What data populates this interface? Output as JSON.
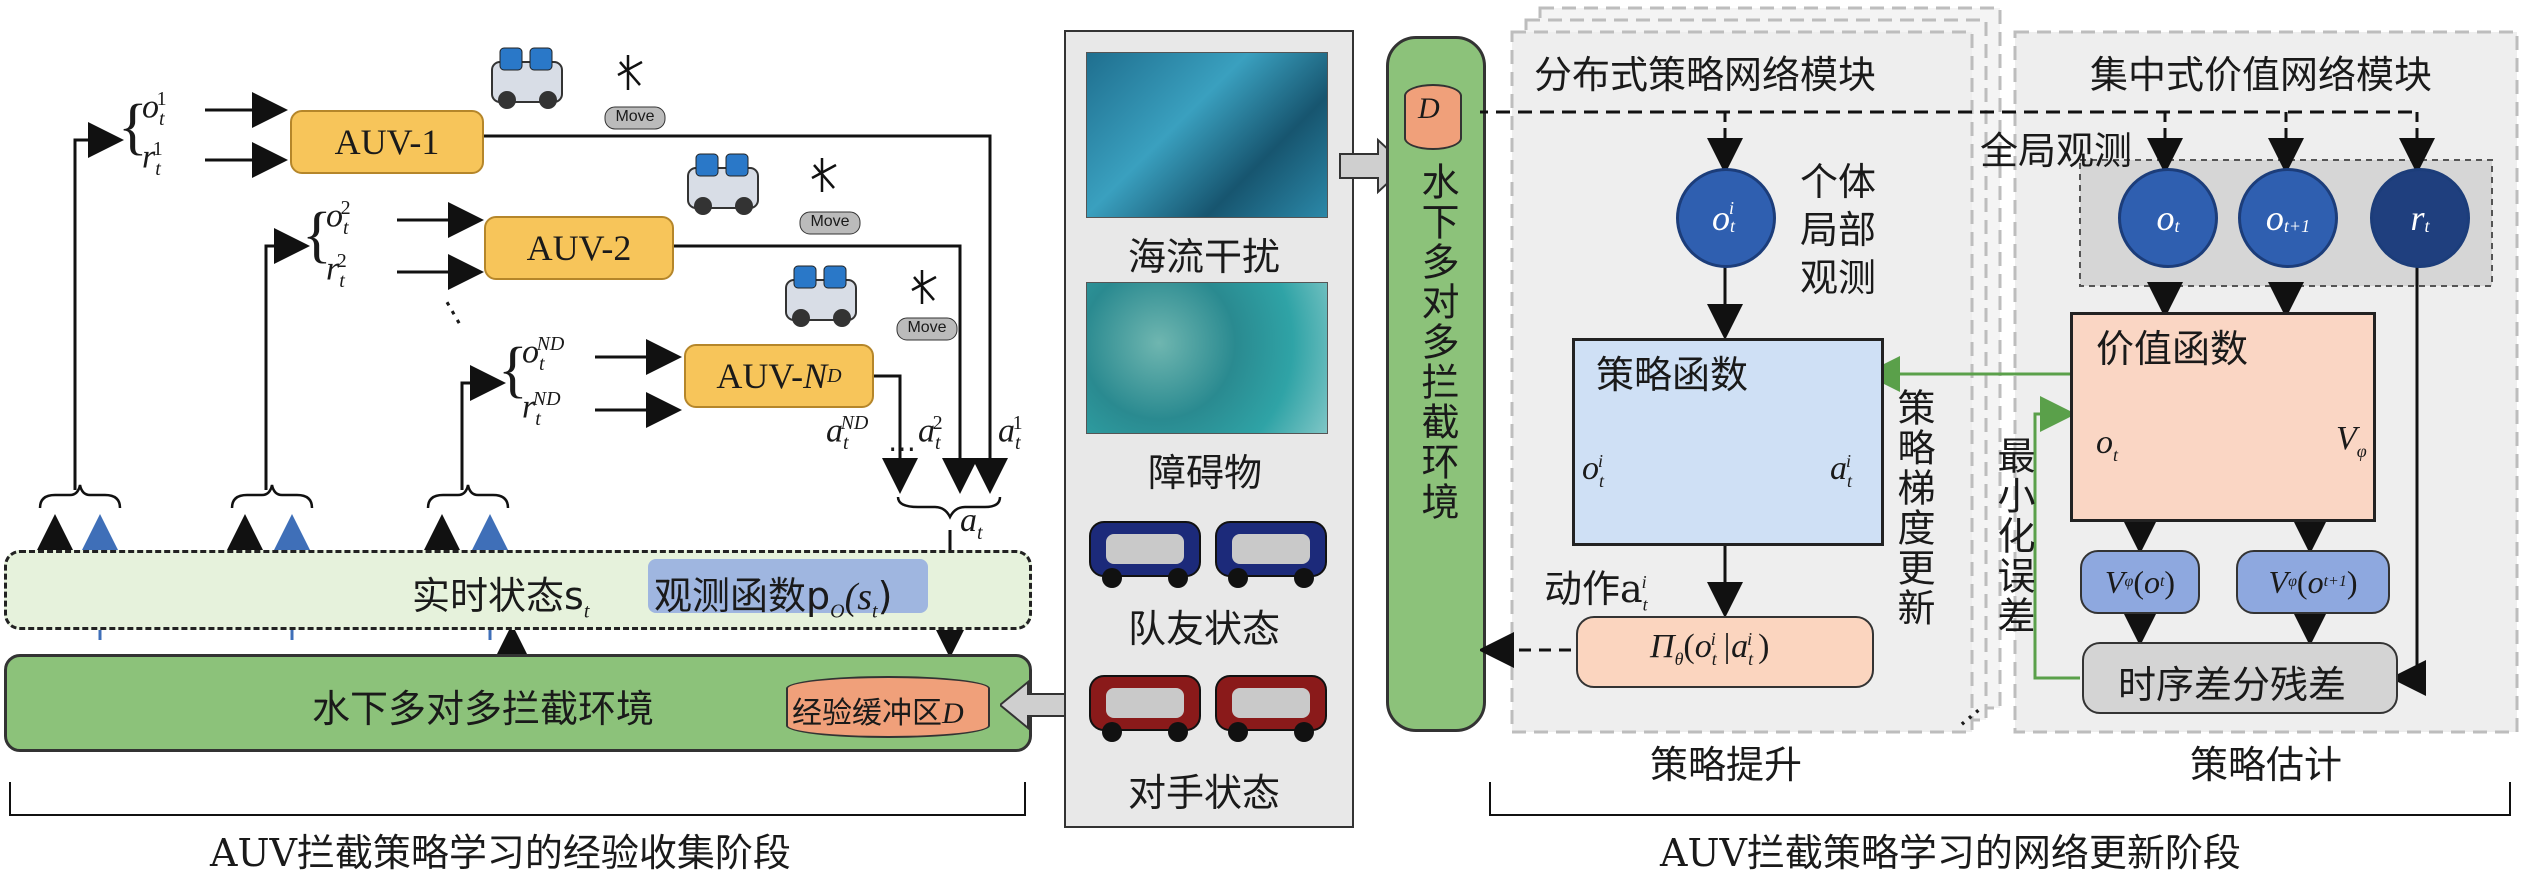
{
  "left_section": {
    "auv_boxes": [
      "AUV-1",
      "AUV-2",
      "AUV-N_D"
    ],
    "auv_n_label_main": "AUV-",
    "auv_n_label_sub": "N",
    "auv_n_label_subsub": "D",
    "obs_1": "o",
    "rew_1": "r",
    "sup_1": "1",
    "sup_2": "2",
    "sup_nd": "ND",
    "t": "t",
    "action_a": "a",
    "action_label": "a_t",
    "move_label": "Move",
    "realtime_state": "实时状态s",
    "obs_function": "观测函数p",
    "obs_function_tail": "(s",
    "env_label": "水下多对多拦截环境",
    "buffer_label": "经验缓冲区",
    "buffer_symbol": "D",
    "phase_label": "AUV拦截策略学习的经验收集阶段",
    "dots": "⋯",
    "vdots": "⋮"
  },
  "middle_panel": {
    "items": [
      "海流干扰",
      "障碍物",
      "队友状态",
      "对手状态"
    ]
  },
  "env_column": {
    "label": "水下多对多拦截环境",
    "symbol": "D"
  },
  "policy_module": {
    "title": "分布式策略网络模块",
    "individual_obs": "个体局部观测",
    "policy_function": "策略函数",
    "action_label": "动作a",
    "pi_label": "Π",
    "gradient_label": "策略梯度更新",
    "footer": "策略提升"
  },
  "value_module": {
    "title": "集中式价值网络模块",
    "global_obs": "全局观测",
    "value_function": "价值函数",
    "v_phi": "V",
    "v_o_t": "V(o)",
    "v_o_t1": "V(o)",
    "td_residual": "时序差分残差",
    "minimize_error": "最小化误差",
    "footer": "策略估计"
  },
  "network_phase_label": "AUV拦截策略学习的网络更新阶段",
  "colors": {
    "auv_fill": "#f7c55a",
    "light_green": "#e6f2dc",
    "env_green": "#8cc27a",
    "node_blue": "#2f5fb0",
    "policy_bg": "#cfe0f5",
    "value_bg": "#fad6c4",
    "pi_box": "#fbd5bf",
    "grey_panel": "#e8e8e8"
  }
}
